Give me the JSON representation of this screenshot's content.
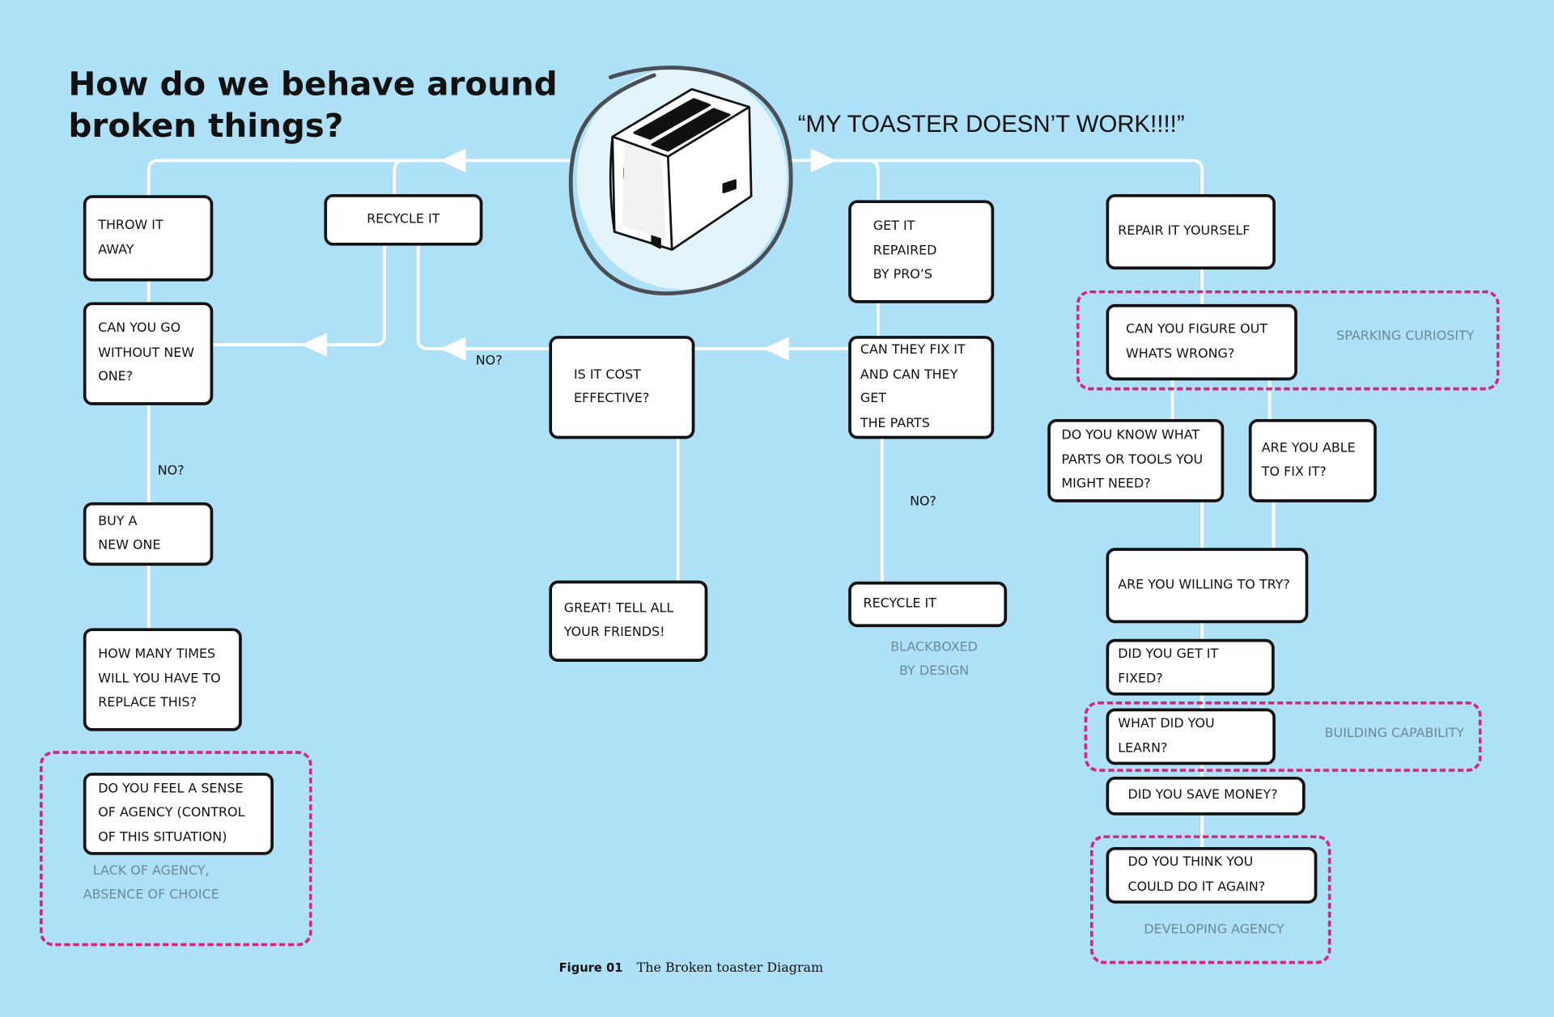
{
  "title": "How do we behave around\nbroken things?",
  "quote": "“MY TOASTER DOESN’T WORK!!!!”",
  "nodes": {
    "throw_away": "THROW IT\nAWAY",
    "recycle_left": "RECYCLE IT",
    "go_without": "CAN YOU GO\nWITHOUT NEW\nONE?",
    "buy_new": "BUY A\nNEW ONE",
    "replace_times": "HOW MANY TIMES\nWILL YOU HAVE TO\nREPLACE THIS?",
    "sense_agency": "DO  YOU FEEL A SENSE\nOF AGENCY (CONTROL\nOF THIS SITUATION)",
    "cost_effective": "IS IT COST\nEFFECTIVE?",
    "tell_friends": "GREAT! TELL ALL\nYOUR FRIENDS!",
    "repaired_pros": "GET IT\nREPAIRED\nBY PRO’S",
    "fix_parts": "CAN THEY FIX IT\nAND CAN THEY GET\nTHE PARTS",
    "recycle_right": "RECYCLE IT",
    "repair_yourself": "REPAIR IT YOURSELF",
    "figure_out": "CAN YOU FIGURE OUT\nWHATS WRONG?",
    "know_parts": "DO YOU KNOW WHAT\nPARTS OR TOOLS YOU\nMIGHT NEED?",
    "able_fix": "ARE YOU ABLE\nTO FIX IT?",
    "willing_try": "ARE YOU WILLING TO TRY?",
    "got_fixed": "DID YOU GET IT FIXED?",
    "what_learn": "WHAT DID YOU LEARN?",
    "save_money": "DID YOU SAVE MONEY?",
    "do_again": "DO YOU THINK YOU\nCOULD DO IT AGAIN?"
  },
  "branch_labels": {
    "no_left": "NO?",
    "no_middle": "NO?",
    "no_right": "NO?"
  },
  "zone_labels": {
    "agency_lack": "LACK OF AGENCY,\nABSENCE OF CHOICE",
    "blackboxed": "BLACKBOXED\nBY DESIGN",
    "sparking": "SPARKING CURIOSITY",
    "building": "BUILDING CAPABILITY",
    "developing": "DEVELOPING AGENCY"
  },
  "caption": {
    "figure": "Figure 01",
    "text": "The Broken toaster Diagram"
  },
  "colors": {
    "background": "#aee0f7",
    "box_border": "#111111",
    "connector": "#ffffff",
    "dashed_zone": "#d6267c",
    "zone_text": "#6b8a95"
  },
  "icons": {
    "toaster": "toaster-sketch-icon"
  }
}
